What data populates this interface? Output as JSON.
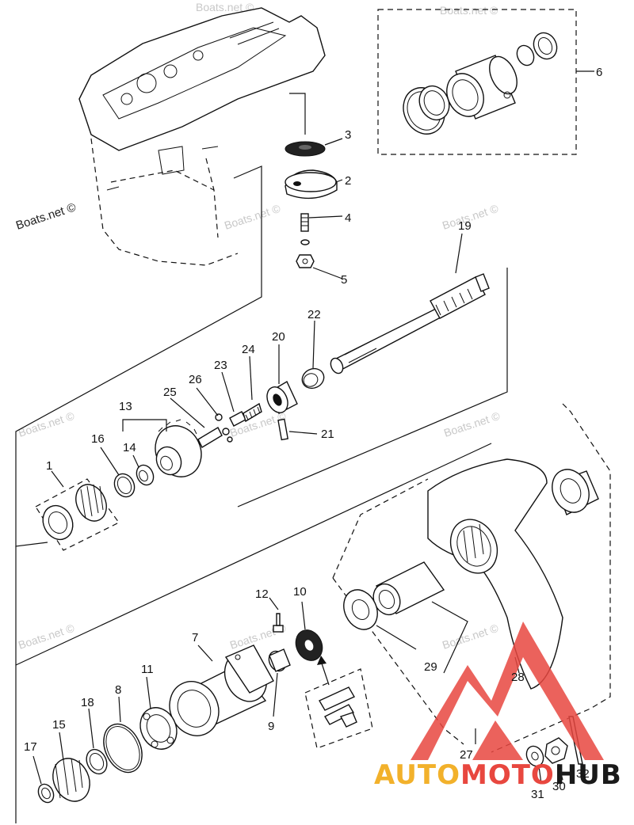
{
  "watermark": {
    "text": "Boats.net ©"
  },
  "part_labels": [
    "1",
    "2",
    "3",
    "4",
    "5",
    "6",
    "7",
    "8",
    "9",
    "10",
    "11",
    "12",
    "13",
    "14",
    "15",
    "16",
    "17",
    "18",
    "19",
    "20",
    "21",
    "22",
    "23",
    "24",
    "25",
    "26",
    "27",
    "28",
    "29",
    "30",
    "31",
    "32"
  ],
  "logo": {
    "text": "AUTOMOTOHUB",
    "colors": {
      "primary": "#e8473f",
      "secondary": "#f2b12b",
      "dark": "#1a1a1a"
    }
  }
}
